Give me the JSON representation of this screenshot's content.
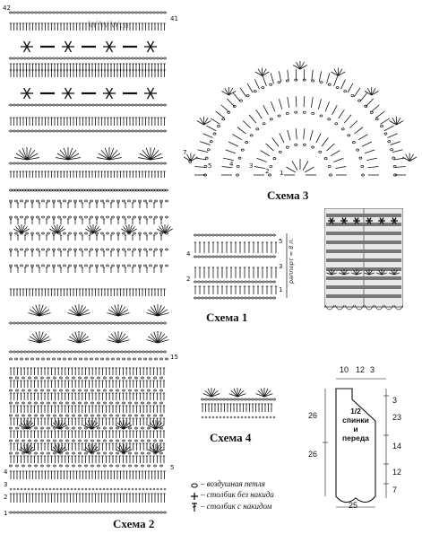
{
  "watermark": "WWW.n",
  "scheme2": {
    "caption": "Схема 2",
    "left_rows": [
      "42",
      "4",
      "3",
      "2",
      "1"
    ],
    "right_rows": [
      "41",
      "15",
      "5"
    ]
  },
  "scheme3": {
    "caption": "Схема 3",
    "rows": [
      "7",
      "6",
      "5",
      "4",
      "3",
      "2",
      "1"
    ]
  },
  "scheme1": {
    "caption": "Схема 1",
    "rows_left": [
      "4",
      "2"
    ],
    "rows_right": [
      "5",
      "3",
      "1"
    ],
    "repeat_label": "раппорт = 8 п."
  },
  "scheme4": {
    "caption": "Схема 4"
  },
  "legend": {
    "chain": "– воздушная петля",
    "sc": "– столбик без накида",
    "dc": "– столбик с накидом"
  },
  "pattern": {
    "label_line1": "1/2",
    "label_line2": "спинки",
    "label_line3": "и",
    "label_line4": "переда",
    "top_dims": [
      "10",
      "12",
      "3"
    ],
    "left_dims": [
      "26",
      "26"
    ],
    "right_dims": [
      "3",
      "23",
      "14",
      "12",
      "7"
    ],
    "bottom_dim": "25"
  }
}
